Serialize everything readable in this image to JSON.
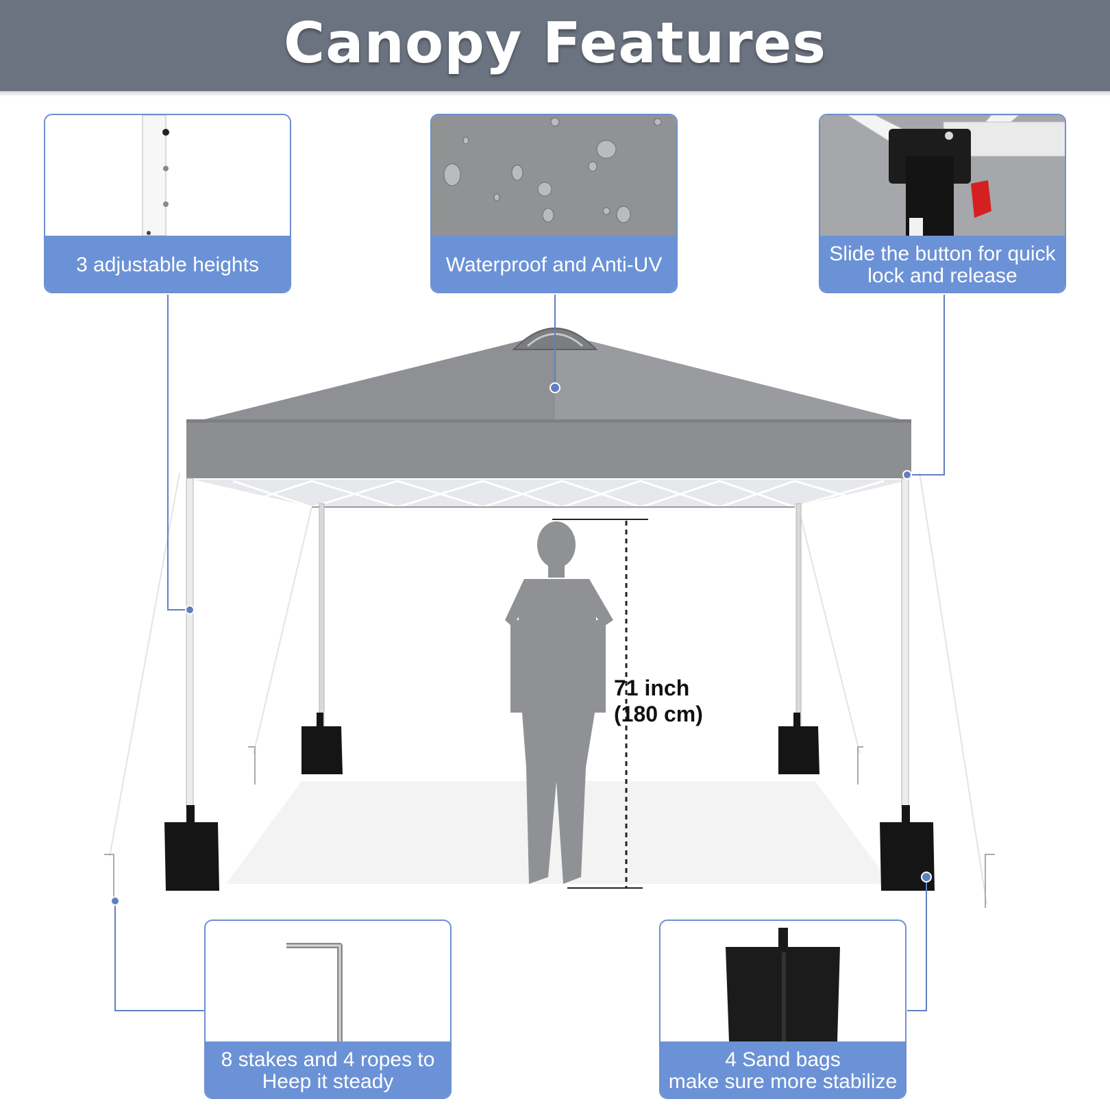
{
  "header": {
    "title": "Canopy Features"
  },
  "features": {
    "heights": "3 adjustable heights",
    "waterproof": "Waterproof and Anti-UV",
    "button_line1": "Slide the button for quick",
    "button_line2": "lock and release",
    "stakes_line1": "8 stakes and 4 ropes to",
    "stakes_line2": "Heep it steady",
    "bags_line1": "4 Sand bags",
    "bags_line2": "make sure more stabilize"
  },
  "measurement": {
    "inch": "71 inch",
    "cm": "(180 cm)"
  },
  "colors": {
    "header": "#6c7380",
    "accent": "#6b92d6",
    "canopy": "#8e9093"
  }
}
